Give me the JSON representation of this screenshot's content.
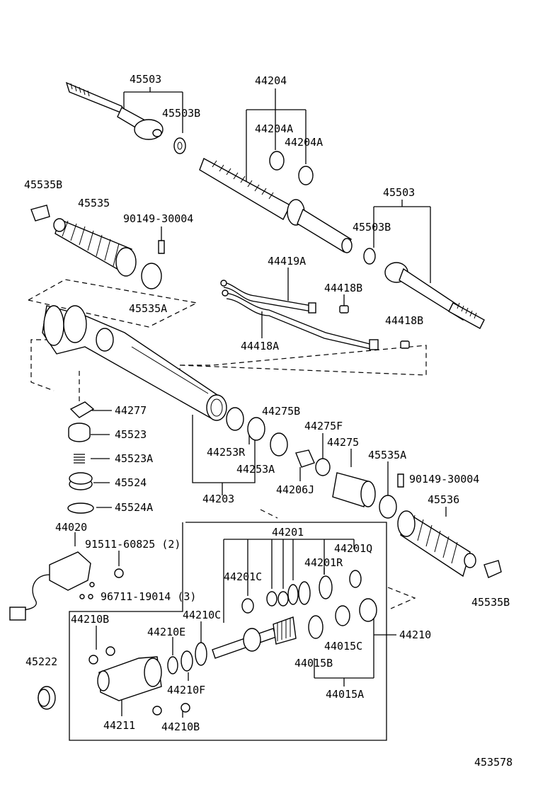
{
  "labels": {
    "l45503_top": "45503",
    "l45503b_top": "45503B",
    "l44204": "44204",
    "l44204a_1": "44204A",
    "l44204a_2": "44204A",
    "l45535b_top": "45535B",
    "l45535": "45535",
    "l90149_top": "90149-30004",
    "l45503_right": "45503",
    "l45503b_right": "45503B",
    "l44419a": "44419A",
    "l44418b_1": "44418B",
    "l45535a_top": "45535A",
    "l44418b_2": "44418B",
    "l44418a": "44418A",
    "l44277": "44277",
    "l45523": "45523",
    "l45523a": "45523A",
    "l45524": "45524",
    "l45524a": "45524A",
    "l44275b": "44275B",
    "l44275f": "44275F",
    "l44275": "44275",
    "l45535a_mid": "45535A",
    "l44253r": "44253R",
    "l44253a": "44253A",
    "l44206j": "44206J",
    "l90149_mid": "90149-30004",
    "l44203": "44203",
    "l45536": "45536",
    "l44020": "44020",
    "l91511": "91511-60825 (2)",
    "l44201": "44201",
    "l44201q": "44201Q",
    "l44201r": "44201R",
    "l44201c": "44201C",
    "l96711": "96711-19014 (3)",
    "l44210c": "44210C",
    "l44210b_top": "44210B",
    "l44210e": "44210E",
    "l44210": "44210",
    "l45535b_bottom": "45535B",
    "l44015c": "44015C",
    "l45222": "45222",
    "l44015b": "44015B",
    "l44210f": "44210F",
    "l44015a": "44015A",
    "l44211": "44211",
    "l44210b_bottom": "44210B",
    "diagram_id": "453578"
  }
}
